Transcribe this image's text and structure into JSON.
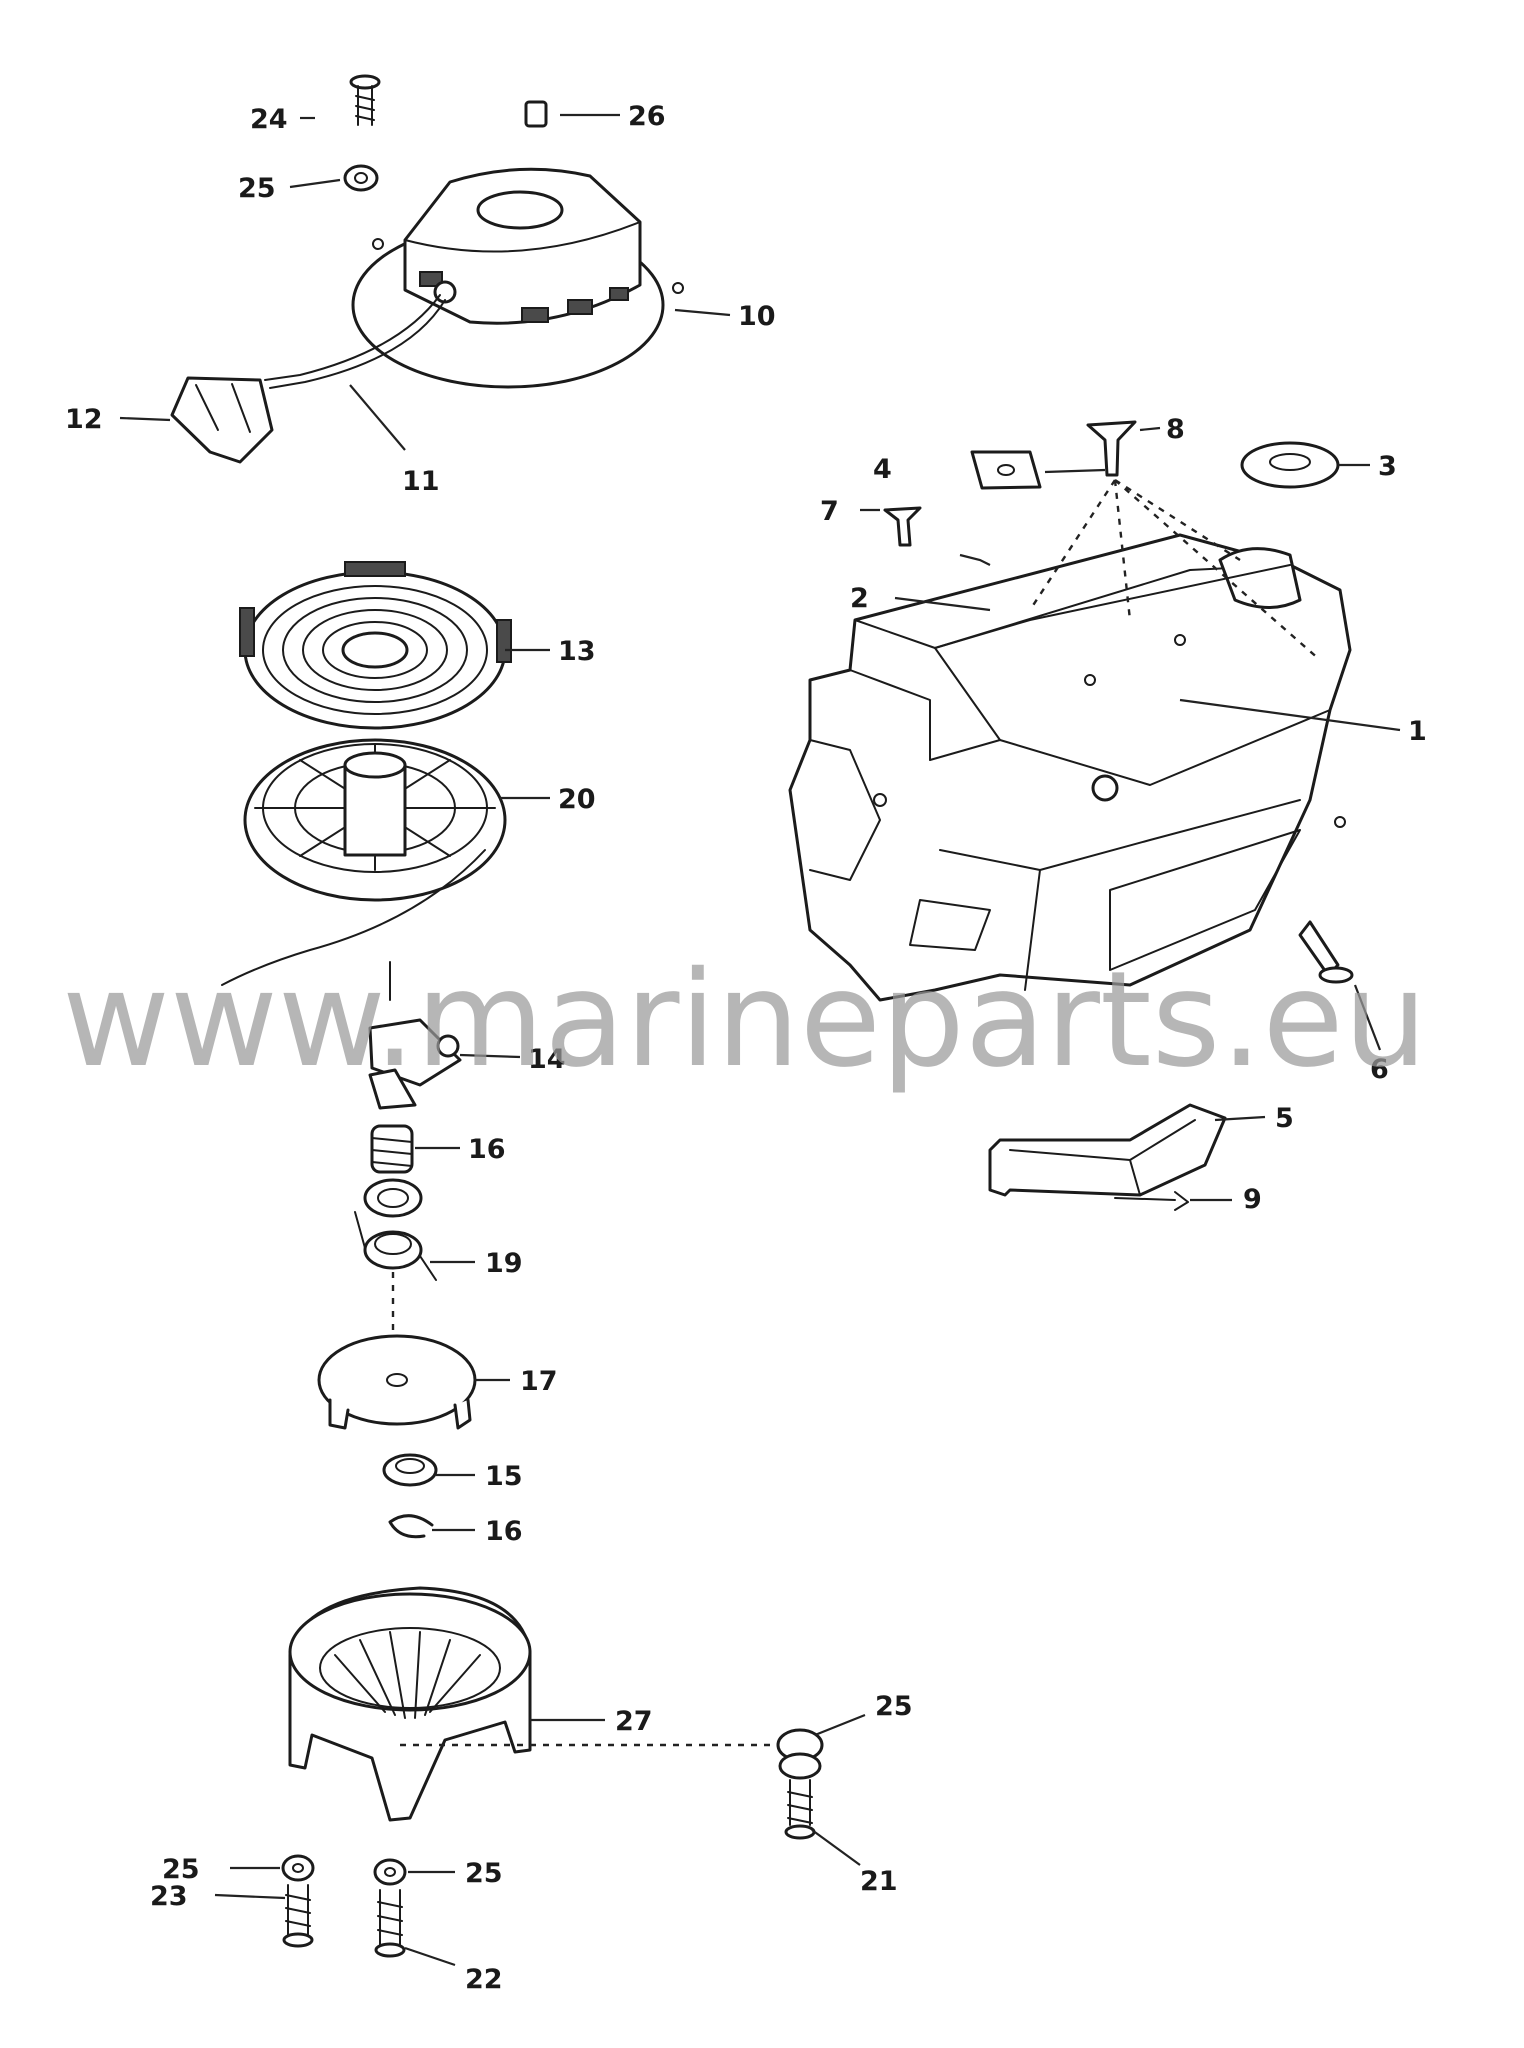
{
  "watermark": "www.marineparts.eu",
  "part_labels": [
    {
      "id": "label-1",
      "text": "1"
    },
    {
      "id": "label-2",
      "text": "2"
    },
    {
      "id": "label-3",
      "text": "3"
    },
    {
      "id": "label-4",
      "text": "4"
    },
    {
      "id": "label-5",
      "text": "5"
    },
    {
      "id": "label-6",
      "text": "6"
    },
    {
      "id": "label-7",
      "text": "7"
    },
    {
      "id": "label-8",
      "text": "8"
    },
    {
      "id": "label-9",
      "text": "9"
    },
    {
      "id": "label-10",
      "text": "10"
    },
    {
      "id": "label-11",
      "text": "11"
    },
    {
      "id": "label-12",
      "text": "12"
    },
    {
      "id": "label-13",
      "text": "13"
    },
    {
      "id": "label-14",
      "text": "14"
    },
    {
      "id": "label-15",
      "text": "15"
    },
    {
      "id": "label-16a",
      "text": "16"
    },
    {
      "id": "label-16b",
      "text": "16"
    },
    {
      "id": "label-17",
      "text": "17"
    },
    {
      "id": "label-19",
      "text": "19"
    },
    {
      "id": "label-20",
      "text": "20"
    },
    {
      "id": "label-21",
      "text": "21"
    },
    {
      "id": "label-22",
      "text": "22"
    },
    {
      "id": "label-23",
      "text": "23"
    },
    {
      "id": "label-24",
      "text": "24"
    },
    {
      "id": "label-25a",
      "text": "25"
    },
    {
      "id": "label-25b",
      "text": "25"
    },
    {
      "id": "label-25c",
      "text": "25"
    },
    {
      "id": "label-25d",
      "text": "25"
    },
    {
      "id": "label-26",
      "text": "26"
    },
    {
      "id": "label-27",
      "text": "27"
    }
  ]
}
